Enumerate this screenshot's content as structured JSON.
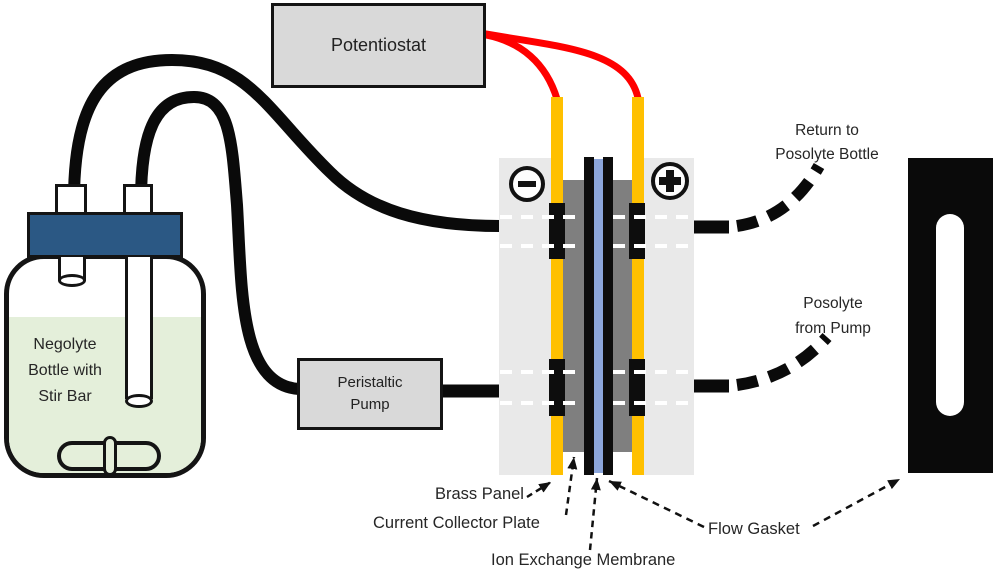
{
  "potentiostat": {
    "label": "Potentiostat"
  },
  "pump": {
    "line1": "Peristaltic",
    "line2": "Pump"
  },
  "bottle": {
    "line1": "Negolyte",
    "line2": "Bottle with",
    "line3": "Stir Bar"
  },
  "flow_labels": {
    "return_line1": "Return to",
    "return_line2": "Posolyte Bottle",
    "posolyte_line1": "Posolyte",
    "posolyte_line2": "from Pump"
  },
  "component_labels": {
    "brass_panel": "Brass Panel",
    "current_collector": "Current Collector Plate",
    "membrane": "Ion Exchange Membrane",
    "flow_gasket": "Flow Gasket"
  },
  "icons": {
    "negative_terminal": "minus-in-circle",
    "positive_terminal": "plus-in-circle"
  },
  "colors": {
    "brass": "#FFC000",
    "membrane_blue": "#8CA6DB",
    "wire_red": "#FF0000",
    "cap_navy": "#2B5884",
    "liquid_green": "#E4EFDA",
    "box_fill": "#D9D9D9",
    "end_plate_gray": "#E9E9E9",
    "collector_gray": "#7F7F7F",
    "tube_black": "#0A0A0A"
  }
}
